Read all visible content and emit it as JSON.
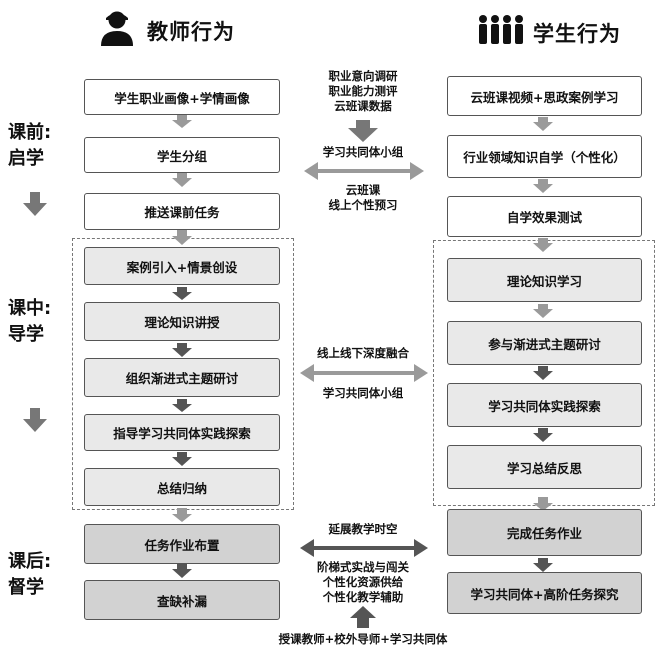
{
  "header": {
    "teacher_title": "教师行为",
    "student_title": "学生行为",
    "teacher_icon": "person-icon",
    "student_icon": "group-icon"
  },
  "phases": [
    {
      "line1": "课前:",
      "line2": "启学"
    },
    {
      "line1": "课中:",
      "line2": "导学"
    },
    {
      "line1": "课后:",
      "line2": "督学"
    }
  ],
  "teacher": {
    "pre": [
      "学生职业画像+学情画像",
      "学生分组",
      "推送课前任务"
    ],
    "in": [
      "案例引入+情景创设",
      "理论知识讲授",
      "组织渐进式主题研讨",
      "指导学习共同体实践探索",
      "总结归纳"
    ],
    "post": [
      "任务作业布置",
      "查缺补漏"
    ]
  },
  "student": {
    "pre": [
      "云班课视频+思政案例学习",
      "行业领域知识自学（个性化）",
      "自学效果测试"
    ],
    "in": [
      "理论知识学习",
      "参与渐进式主题研讨",
      "学习共同体实践探索",
      "学习总结反思"
    ],
    "post": [
      "完成任务作业",
      "学习共同体+高阶任务探究"
    ]
  },
  "middle": {
    "pre_data": [
      "职业意向调研",
      "职业能力测评",
      "云班课数据"
    ],
    "pre_group": "学习共同体小组",
    "pre_online": [
      "云班课",
      "线上个性预习"
    ],
    "in_top": "线上线下深度融合",
    "in_bottom": "学习共同体小组",
    "post_top": "延展教学时空",
    "post_lines": [
      "阶梯式实战与闯关",
      "个性化资源供给",
      "个性化教学辅助"
    ],
    "bottom": "授课教师+校外导师+学习共同体"
  },
  "colors": {
    "arrow": "#8c8c8c",
    "dark_arrow": "#555555",
    "box_border": "#555555"
  }
}
